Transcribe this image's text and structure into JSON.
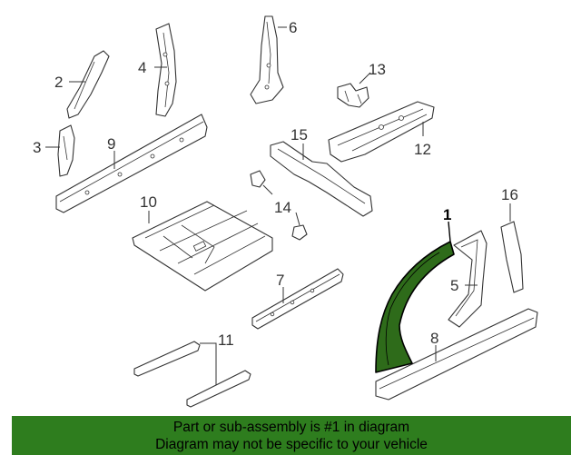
{
  "diagram": {
    "highlight_color": "#2e6b1a",
    "callouts": [
      "1",
      "2",
      "3",
      "4",
      "5",
      "6",
      "7",
      "8",
      "9",
      "10",
      "11",
      "12",
      "13",
      "14",
      "15",
      "16"
    ]
  },
  "banner": {
    "background": "#2e7d1e",
    "line1": "Part or sub-assembly is #1 in diagram",
    "line2": "Diagram may not be specific to your vehicle"
  }
}
